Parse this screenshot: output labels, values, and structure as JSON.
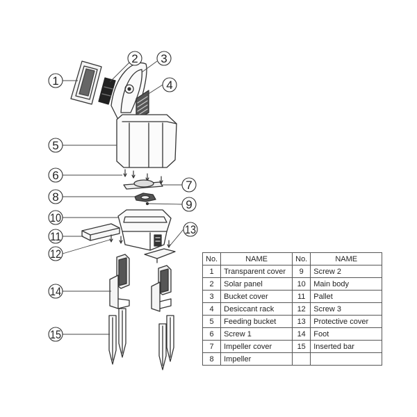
{
  "callouts": [
    "1",
    "2",
    "3",
    "4",
    "5",
    "6",
    "7",
    "8",
    "9",
    "10",
    "11",
    "12",
    "13",
    "14",
    "15"
  ],
  "table": {
    "headers": [
      "No.",
      "NAME",
      "No.",
      "NAME"
    ],
    "rows": [
      [
        "1",
        "Transparent cover",
        "9",
        "Screw 2"
      ],
      [
        "2",
        "Solar panel",
        "10",
        "Main body"
      ],
      [
        "3",
        "Bucket cover",
        "11",
        "Pallet"
      ],
      [
        "4",
        "Desiccant rack",
        "12",
        "Screw 3"
      ],
      [
        "5",
        "Feeding bucket",
        "13",
        "Protective cover"
      ],
      [
        "6",
        "Screw 1",
        "14",
        "Foot"
      ],
      [
        "7",
        "Impeller cover",
        "15",
        "Inserted bar"
      ],
      [
        "8",
        "Impeller",
        "",
        ""
      ]
    ]
  }
}
